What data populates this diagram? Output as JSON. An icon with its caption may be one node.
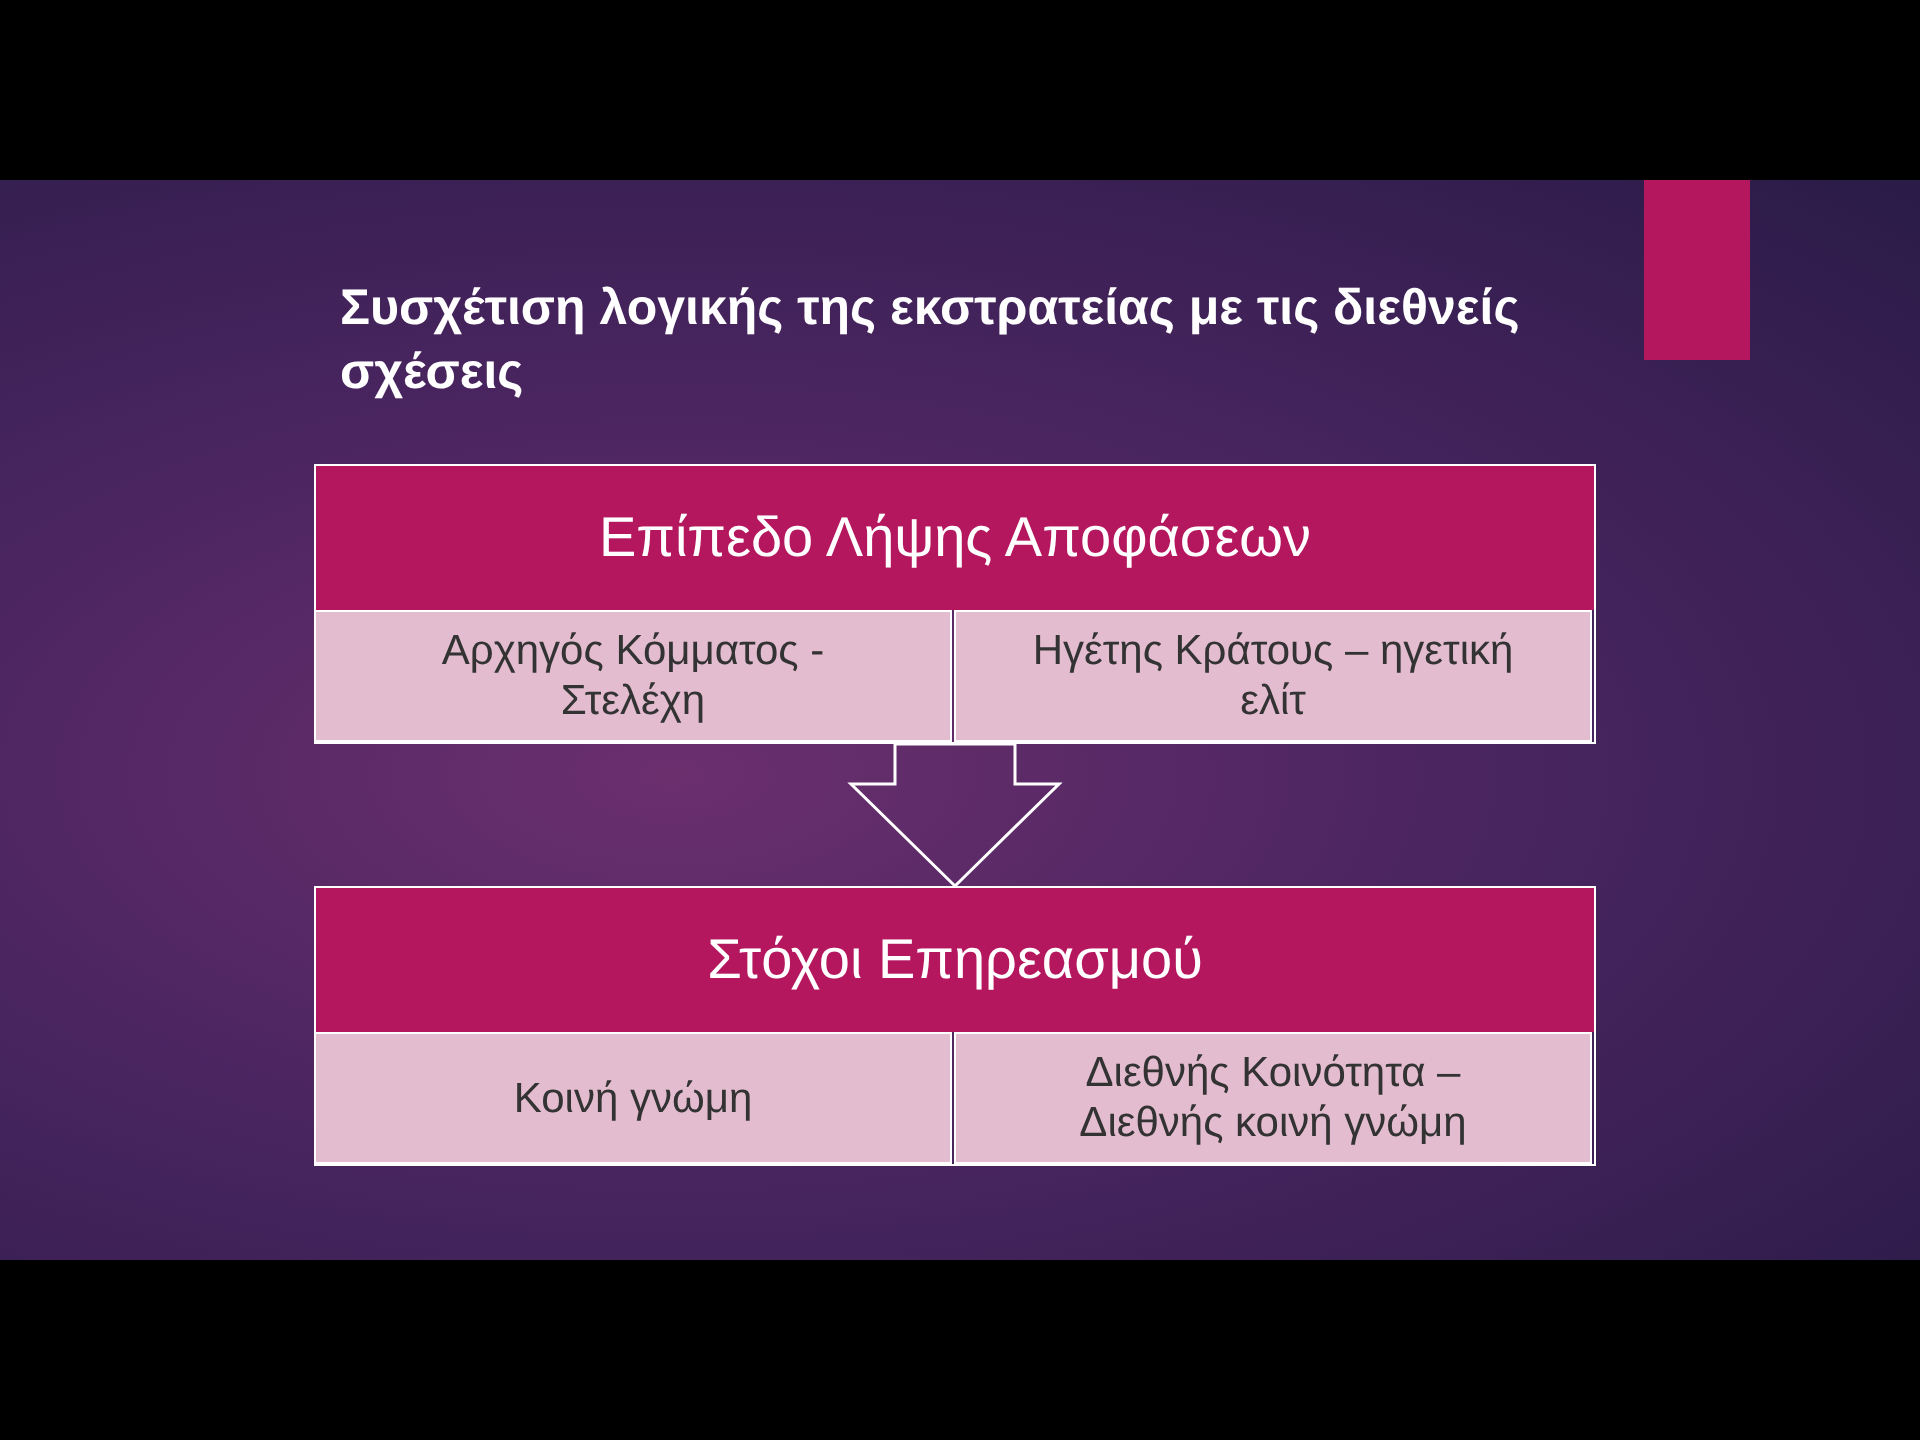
{
  "diagram": {
    "title": "Συσχέτιση λογικής της εκστρατείας με τις διεθνείς σχέσεις",
    "nodes": [
      {
        "text": [
          "Επίπεδο Λήψης Αποφάσεων"
        ]
      },
      {
        "text": [
          "Αρχηγός Κόμματος - Στελέχη"
        ],
        "in": 0
      },
      {
        "text": [
          "Ηγέτης Κράτους – ηγετική ελίτ"
        ],
        "in": 0
      },
      {
        "text": [
          "Στόχοι Επηρεασμού"
        ]
      },
      {
        "text": [
          "Κοινή γνώμη"
        ],
        "in": 3
      },
      {
        "text": [
          "Διεθνής Κοινότητα – Διεθνής κοινή γνώμη"
        ],
        "in": 3
      }
    ],
    "edges": [
      {
        "from": 0,
        "to": 3,
        "arrow": "to"
      }
    ]
  }
}
